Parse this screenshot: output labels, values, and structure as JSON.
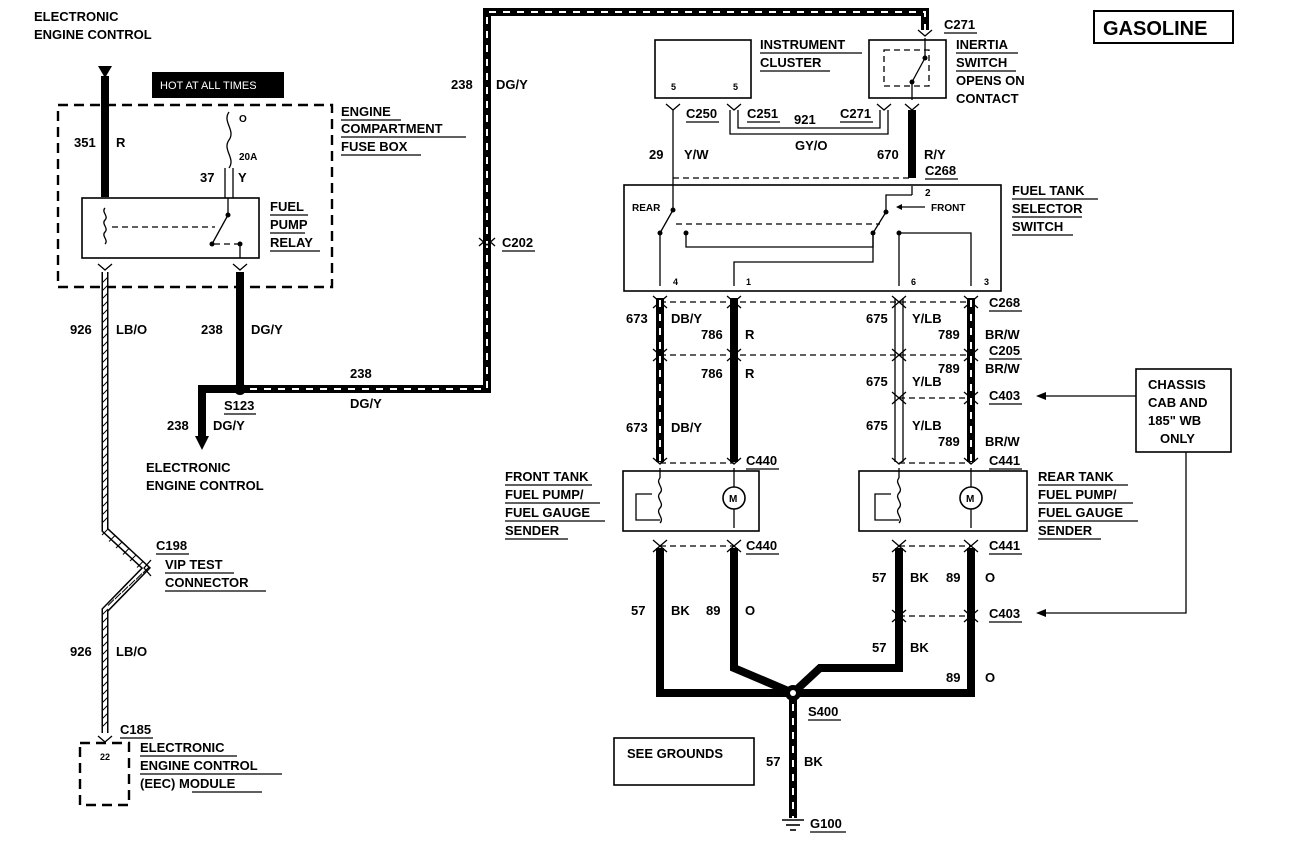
{
  "title": "GASOLINE",
  "banner": "HOT AT ALL TIMES",
  "labels": {
    "eec_top_1": "ELECTRONIC",
    "eec_top_2": "ENGINE CONTROL",
    "fuse_box_1": "ENGINE",
    "fuse_box_2": "COMPARTMENT",
    "fuse_box_3": "FUSE BOX",
    "fuse_o": "O",
    "fuse_rating": "20A",
    "relay_1": "FUEL",
    "relay_2": "PUMP",
    "relay_3": "RELAY",
    "eec_mid_1": "ELECTRONIC",
    "eec_mid_2": "ENGINE CONTROL",
    "vip_1": "VIP TEST",
    "vip_2": "CONNECTOR",
    "eec_mod_1": "ELECTRONIC",
    "eec_mod_2": "ENGINE CONTROL",
    "eec_mod_3": "(EEC)  MODULE",
    "eec_pin": "22",
    "cluster_1": "INSTRUMENT",
    "cluster_2": "CLUSTER",
    "cluster_pin_a": "5",
    "cluster_pin_b": "5",
    "inertia_1": "INERTIA",
    "inertia_2": "SWITCH",
    "inertia_3": "OPENS ON",
    "inertia_4": "CONTACT",
    "selector_1": "FUEL TANK",
    "selector_2": "SELECTOR",
    "selector_3": "SWITCH",
    "rear": "REAR",
    "front": "FRONT",
    "pin_2": "2",
    "pin_4": "4",
    "pin_1": "1",
    "pin_6": "6",
    "pin_3": "3",
    "front_tank_1": "FRONT TANK",
    "front_tank_2": "FUEL PUMP/",
    "front_tank_3": "FUEL GAUGE",
    "front_tank_4": "SENDER",
    "rear_tank_1": "REAR TANK",
    "rear_tank_2": "FUEL PUMP/",
    "rear_tank_3": "FUEL GAUGE",
    "rear_tank_4": "SENDER",
    "chassis_1": "CHASSIS",
    "chassis_2": "CAB AND",
    "chassis_3": "185\" WB",
    "chassis_4": "ONLY",
    "see_grounds": "SEE GROUNDS",
    "motor": "M"
  },
  "connectors": {
    "c271_top": "C271",
    "c271_mid": "C271",
    "c250": "C250",
    "c251": "C251",
    "c268_a": "C268",
    "c268_b": "C268",
    "c202": "C202",
    "s123": "S123",
    "c205": "C205",
    "c403_a": "C403",
    "c403_b": "C403",
    "c440_a": "C440",
    "c440_b": "C440",
    "c441_a": "C441",
    "c441_b": "C441",
    "c198": "C198",
    "c185": "C185",
    "s400": "S400",
    "g100": "G100"
  },
  "wires": {
    "w351": "351",
    "w351c": "R",
    "w37": "37",
    "w37c": "Y",
    "w238a": "238",
    "w238ac": "DG/Y",
    "w238b": "238",
    "w238bc": "DG/Y",
    "w238c": "238",
    "w238cc": "DG/Y",
    "w238d": "238",
    "w238dc": "DG/Y",
    "w926a": "926",
    "w926ac": "LB/O",
    "w926b": "926",
    "w926bc": "LB/O",
    "w29": "29",
    "w29c": "Y/W",
    "w921": "921",
    "w921c": "GY/O",
    "w670": "670",
    "w670c": "R/Y",
    "w673a": "673",
    "w673ac": "DB/Y",
    "w786a": "786",
    "w786ac": "R",
    "w786b": "786",
    "w786bc": "R",
    "w673b": "673",
    "w673bc": "DB/Y",
    "w675a": "675",
    "w675ac": "Y/LB",
    "w789a": "789",
    "w789ac": "BR/W",
    "w789b": "789",
    "w789bc": "BR/W",
    "w675b": "675",
    "w675bc": "Y/LB",
    "w675c": "675",
    "w675cc": "Y/LB",
    "w789c": "789",
    "w789cc": "BR/W",
    "w57a": "57",
    "w57ac": "BK",
    "w89a": "89",
    "w89ac": "O",
    "w57b": "57",
    "w57bc": "BK",
    "w89b": "89",
    "w89bc": "O",
    "w57c": "57",
    "w57cc": "BK",
    "w89c": "89",
    "w89cc": "O",
    "w57d": "57",
    "w57dc": "BK"
  }
}
